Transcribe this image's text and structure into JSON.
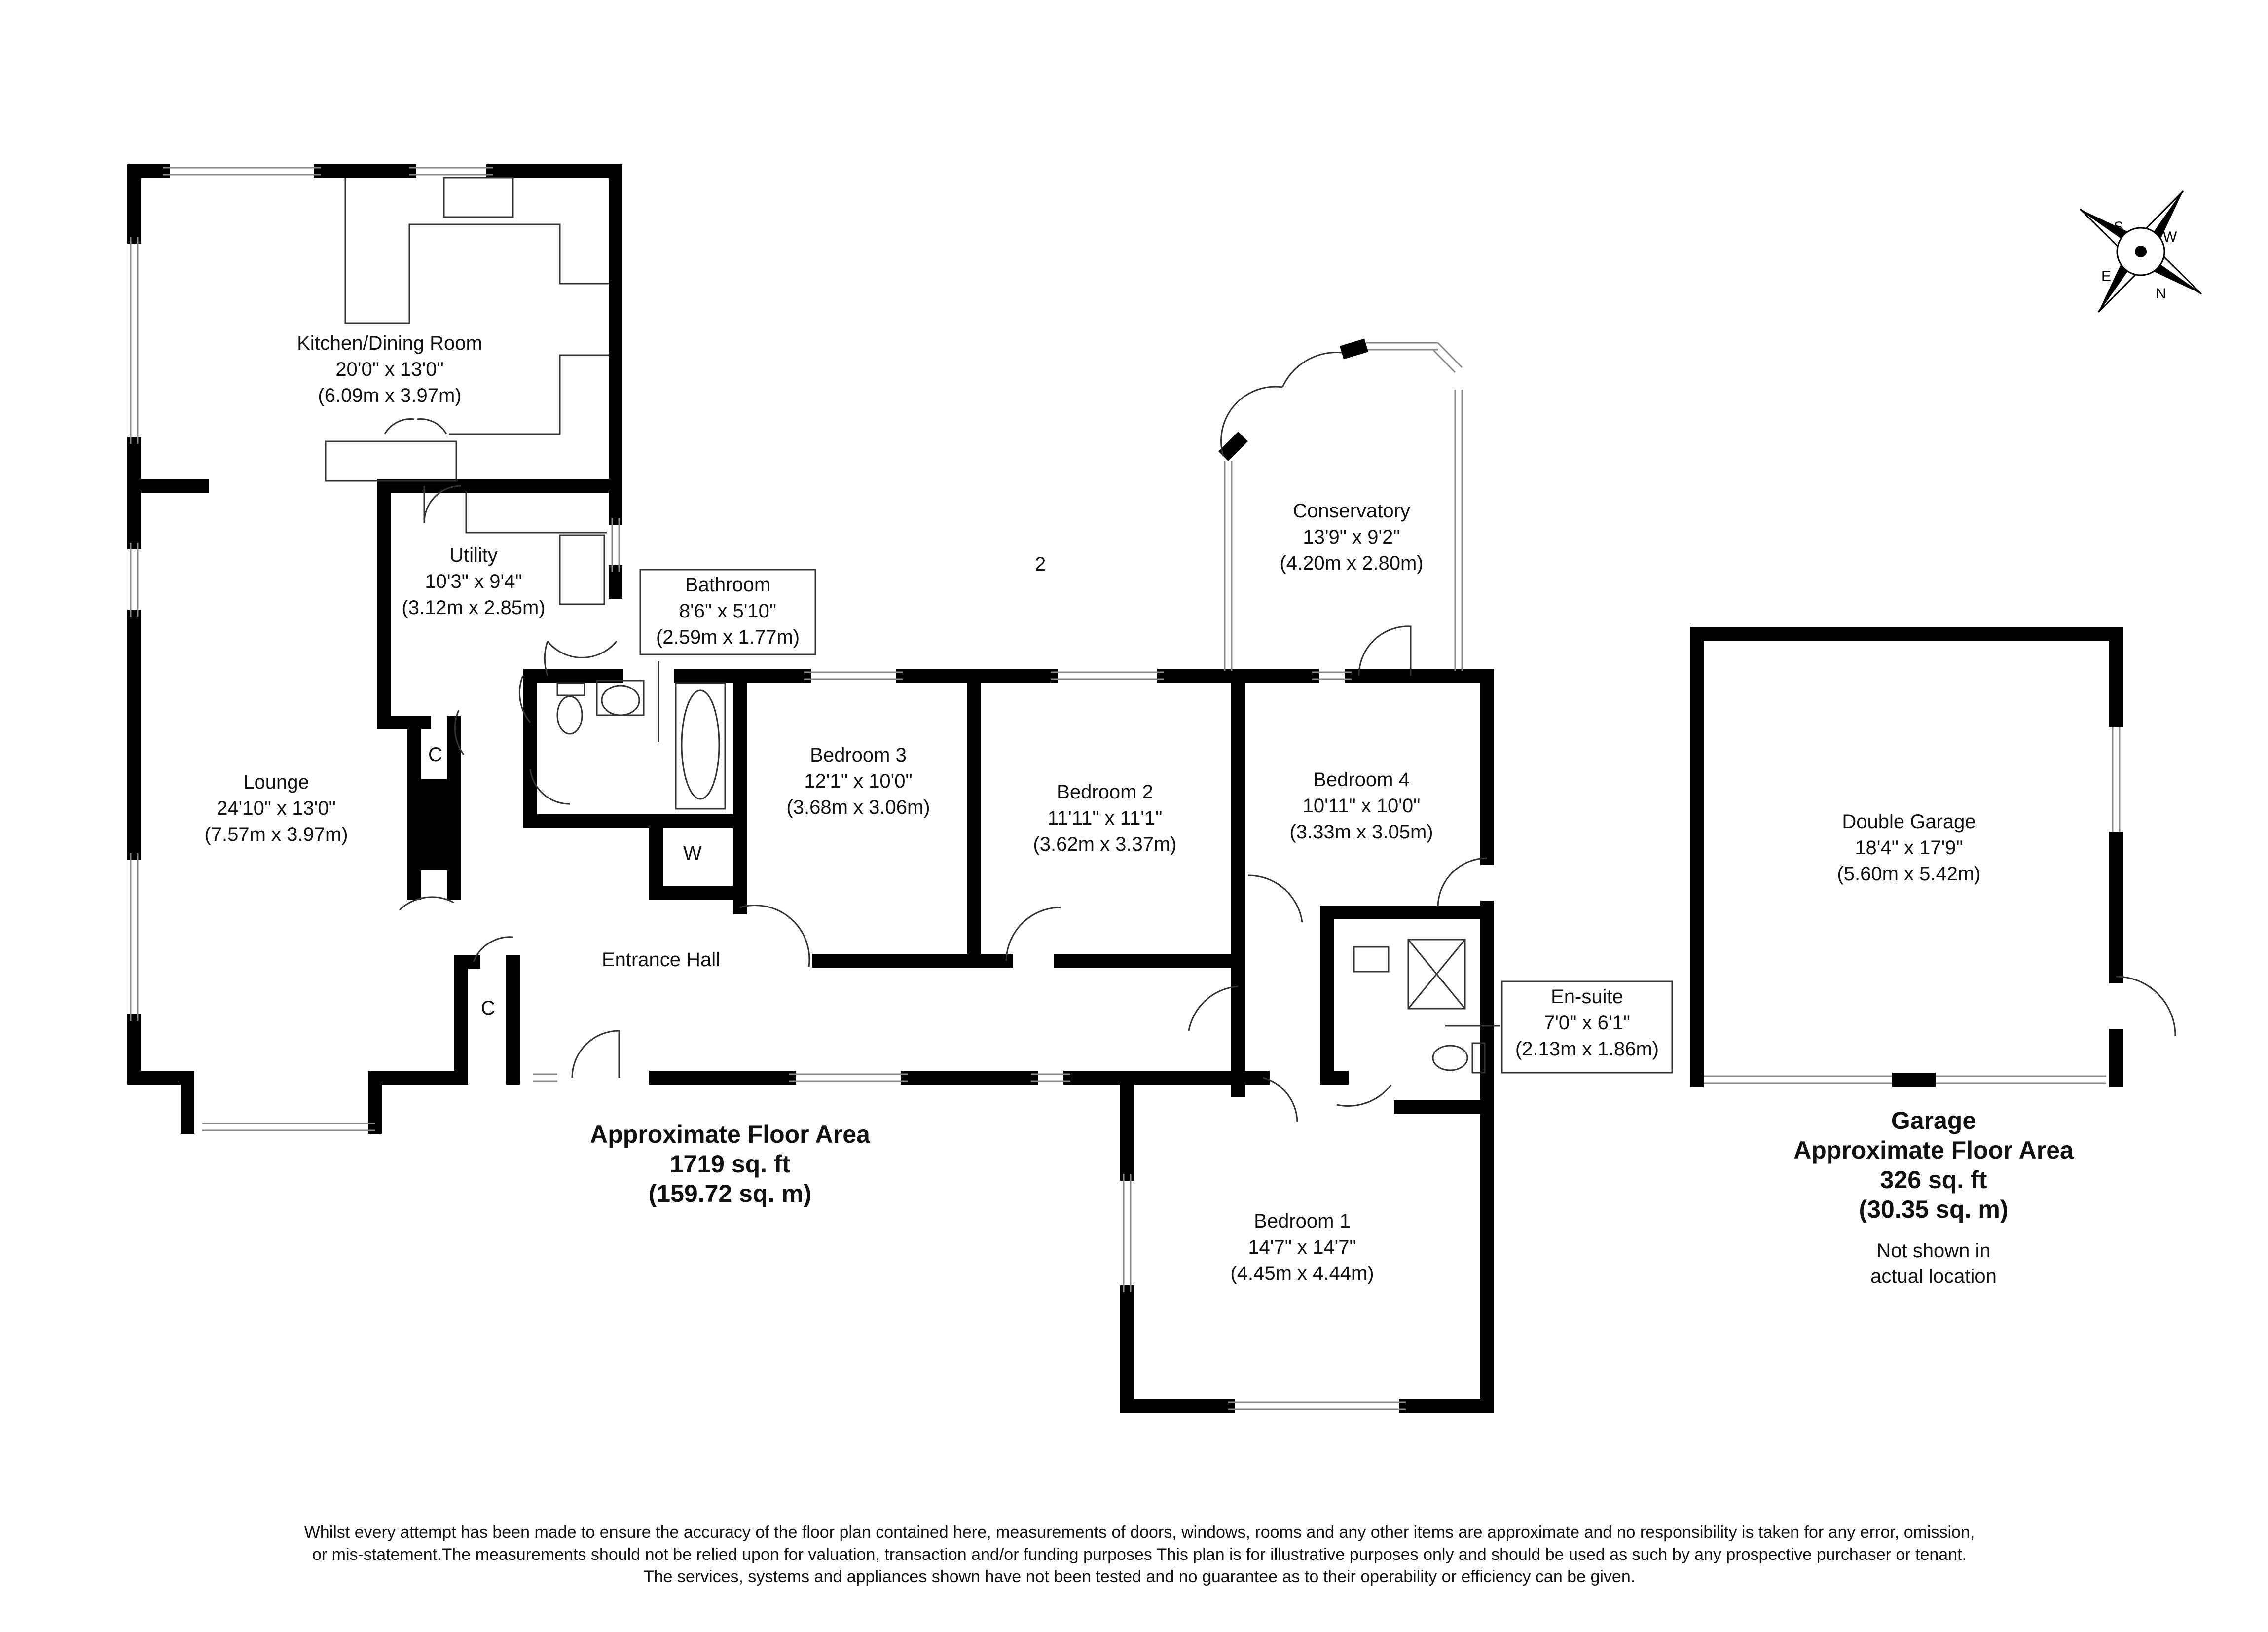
{
  "rooms": {
    "kitchen": {
      "name": "Kitchen/Dining Room",
      "imperial": "20'0\" x 13'0\"",
      "metric": "(6.09m x 3.97m)"
    },
    "utility": {
      "name": "Utility",
      "imperial": "10'3\" x 9'4\"",
      "metric": "(3.12m x 2.85m)"
    },
    "bathroom": {
      "name": "Bathroom",
      "imperial": "8'6\" x 5'10\"",
      "metric": "(2.59m x 1.77m)"
    },
    "lounge": {
      "name": "Lounge",
      "imperial": "24'10\" x 13'0\"",
      "metric": "(7.57m x 3.97m)"
    },
    "bedroom3": {
      "name": "Bedroom 3",
      "imperial": "12'1\" x 10'0\"",
      "metric": "(3.68m x 3.06m)"
    },
    "bedroom2": {
      "name": "Bedroom 2",
      "imperial": "11'11\" x 11'1\"",
      "metric": "(3.62m x 3.37m)"
    },
    "bedroom4": {
      "name": "Bedroom 4",
      "imperial": "10'11\" x 10'0\"",
      "metric": "(3.33m x 3.05m)"
    },
    "conservatory": {
      "name": "Conservatory",
      "imperial": "13'9\" x 9'2\"",
      "metric": "(4.20m x 2.80m)"
    },
    "ensuite": {
      "name": "En-suite",
      "imperial": "7'0\" x 6'1\"",
      "metric": "(2.13m x 1.86m)"
    },
    "bedroom1": {
      "name": "Bedroom 1",
      "imperial": "14'7\" x 14'7\"",
      "metric": "(4.45m x 4.44m)"
    },
    "entrance": {
      "name": "Entrance Hall"
    },
    "garage": {
      "name": "Double Garage",
      "imperial": "18'4\" x 17'9\"",
      "metric": "(5.60m x 5.42m)"
    }
  },
  "small_labels": {
    "cupboard": "C",
    "wc": "W",
    "marker": "2"
  },
  "house_area": {
    "title": "Approximate Floor Area",
    "sqft": "1719 sq. ft",
    "sqm": "(159.72 sq. m)"
  },
  "garage_area": {
    "heading": "Garage",
    "title": "Approximate Floor Area",
    "sqft": "326 sq. ft",
    "sqm": "(30.35 sq. m)",
    "note1": "Not shown in",
    "note2": "actual location"
  },
  "compass": {
    "n": "N",
    "s": "S",
    "e": "E",
    "w": "W"
  },
  "disclaimer": {
    "line1": "Whilst every attempt has been made to ensure the accuracy of the floor plan contained here, measurements of doors, windows, rooms and any other items are approximate and no responsibility is taken for any error, omission,",
    "line2": "or mis-statement.The measurements should not be relied upon for valuation, transaction and/or funding purposes This plan is for illustrative purposes only and should be used as such by any prospective purchaser or tenant.",
    "line3": "The services, systems and appliances shown have not been tested and no guarantee as to their operability or efficiency can be given."
  },
  "colors": {
    "wall": "#000000",
    "window": "#9a9a9a",
    "line": "#333333"
  }
}
